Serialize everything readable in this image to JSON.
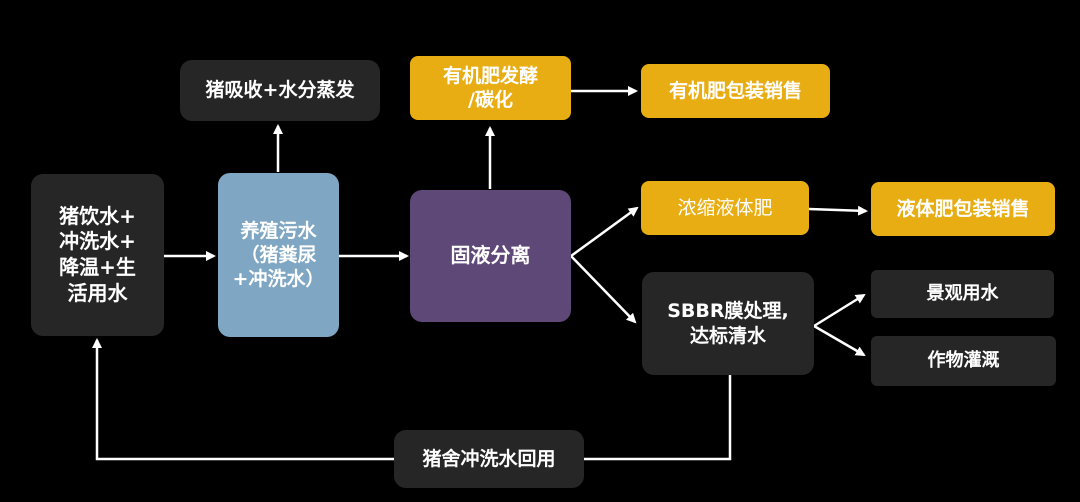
{
  "diagram": {
    "nodes": {
      "source": "猪饮水+\n冲洗水+\n降温+生\n活用水",
      "wastewater": "养殖污水\n（猪粪尿\n+冲洗水）",
      "absorb": "猪吸收+水分蒸发",
      "separation": "固液分离",
      "ferment": "有机肥发酵\n/碳化",
      "organic_sale": "有机肥包装销售",
      "concentrate": "浓缩液体肥",
      "liquid_sale": "液体肥包装销售",
      "sbbr": "SBBR膜处理,\n达标清水",
      "landscape": "景观用水",
      "irrigation": "作物灌溉",
      "reuse": "猪舍冲洗水回用"
    },
    "colors": {
      "background": "#000000",
      "dark_box": "#262626",
      "blue_box": "#7fa7c3",
      "purple_box": "#5e4878",
      "gold_box": "#e8ad12",
      "arrow": "#ffffff"
    }
  }
}
